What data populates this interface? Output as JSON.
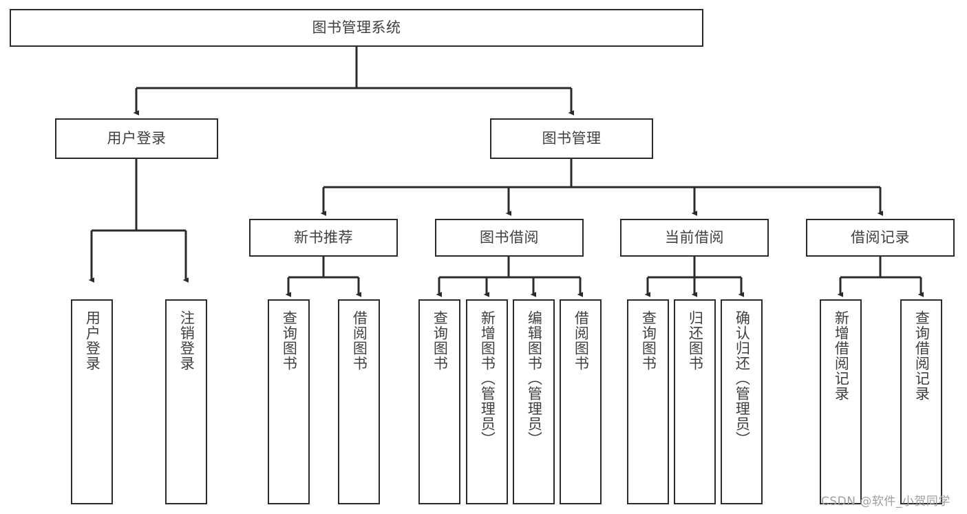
{
  "diagram": {
    "title": "图书管理系统",
    "type": "hierarchy-tree",
    "background_color": "#ffffff",
    "line_color": "#2b2b2b",
    "text_color": "#3f3f3f",
    "root": {
      "id": "root",
      "label": "图书管理系统"
    },
    "level2": [
      {
        "id": "user-login",
        "label": "用户登录"
      },
      {
        "id": "book-manage",
        "label": "图书管理"
      }
    ],
    "level3": [
      {
        "id": "new-book-rec",
        "label": "新书推荐",
        "parent": "book-manage"
      },
      {
        "id": "book-borrow",
        "label": "图书借阅",
        "parent": "book-manage"
      },
      {
        "id": "current-borrow",
        "label": "当前借阅",
        "parent": "book-manage"
      },
      {
        "id": "borrow-record",
        "label": "借阅记录",
        "parent": "book-manage"
      }
    ],
    "leaves": [
      {
        "id": "leaf-user-login",
        "label": "用户登录",
        "parent": "user-login"
      },
      {
        "id": "leaf-logout",
        "label": "注销登录",
        "parent": "user-login"
      },
      {
        "id": "leaf-query-book-1",
        "label": "查询图书",
        "parent": "new-book-rec"
      },
      {
        "id": "leaf-borrow-book-1",
        "label": "借阅图书",
        "parent": "new-book-rec"
      },
      {
        "id": "leaf-query-book-2",
        "label": "查询图书",
        "parent": "book-borrow"
      },
      {
        "id": "leaf-add-book",
        "label": "新增图书（管理员）",
        "parent": "book-borrow"
      },
      {
        "id": "leaf-edit-book",
        "label": "编辑图书（管理员）",
        "parent": "book-borrow"
      },
      {
        "id": "leaf-borrow-book-2",
        "label": "借阅图书",
        "parent": "book-borrow"
      },
      {
        "id": "leaf-query-book-3",
        "label": "查询图书",
        "parent": "current-borrow"
      },
      {
        "id": "leaf-return-book",
        "label": "归还图书",
        "parent": "current-borrow"
      },
      {
        "id": "leaf-confirm-return",
        "label": "确认归还（管理员）",
        "parent": "current-borrow"
      },
      {
        "id": "leaf-add-record",
        "label": "新增借阅记录",
        "parent": "borrow-record"
      },
      {
        "id": "leaf-query-record",
        "label": "查询借阅记录",
        "parent": "borrow-record"
      }
    ]
  },
  "watermark": {
    "text": "CSDN @软件_小贺同学"
  }
}
